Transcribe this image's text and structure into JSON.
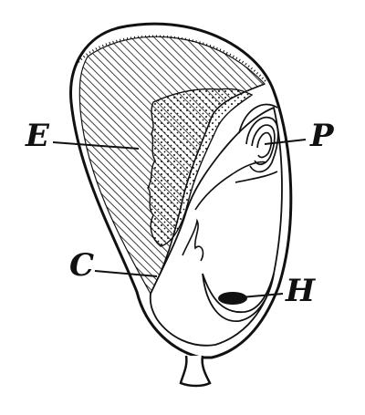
{
  "figure": {
    "labels": {
      "e": "E",
      "p": "P",
      "c": "C",
      "h": "H"
    },
    "colors": {
      "ink": "#111111",
      "paper": "#ffffff"
    }
  }
}
